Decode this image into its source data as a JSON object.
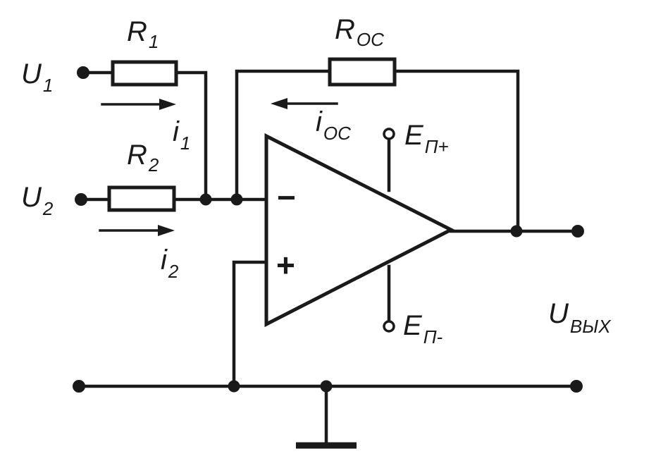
{
  "labels": {
    "u1": {
      "main": "U",
      "sub": "1"
    },
    "u2": {
      "main": "U",
      "sub": "2"
    },
    "r1": {
      "main": "R",
      "sub": "1"
    },
    "r2": {
      "main": "R",
      "sub": "2"
    },
    "roc": {
      "main": "R",
      "sub": "OC"
    },
    "i1": {
      "main": "i",
      "sub": "1"
    },
    "i2": {
      "main": "i",
      "sub": "2"
    },
    "ioc": {
      "main": "i",
      "sub": "OC"
    },
    "ep_plus": {
      "main": "E",
      "sub": "П+"
    },
    "ep_minus": {
      "main": "E",
      "sub": "П-"
    },
    "uout": {
      "main": "U",
      "sub": "ВЫХ"
    }
  },
  "opamp": {
    "minus_sign": "−",
    "plus_sign": "+"
  }
}
